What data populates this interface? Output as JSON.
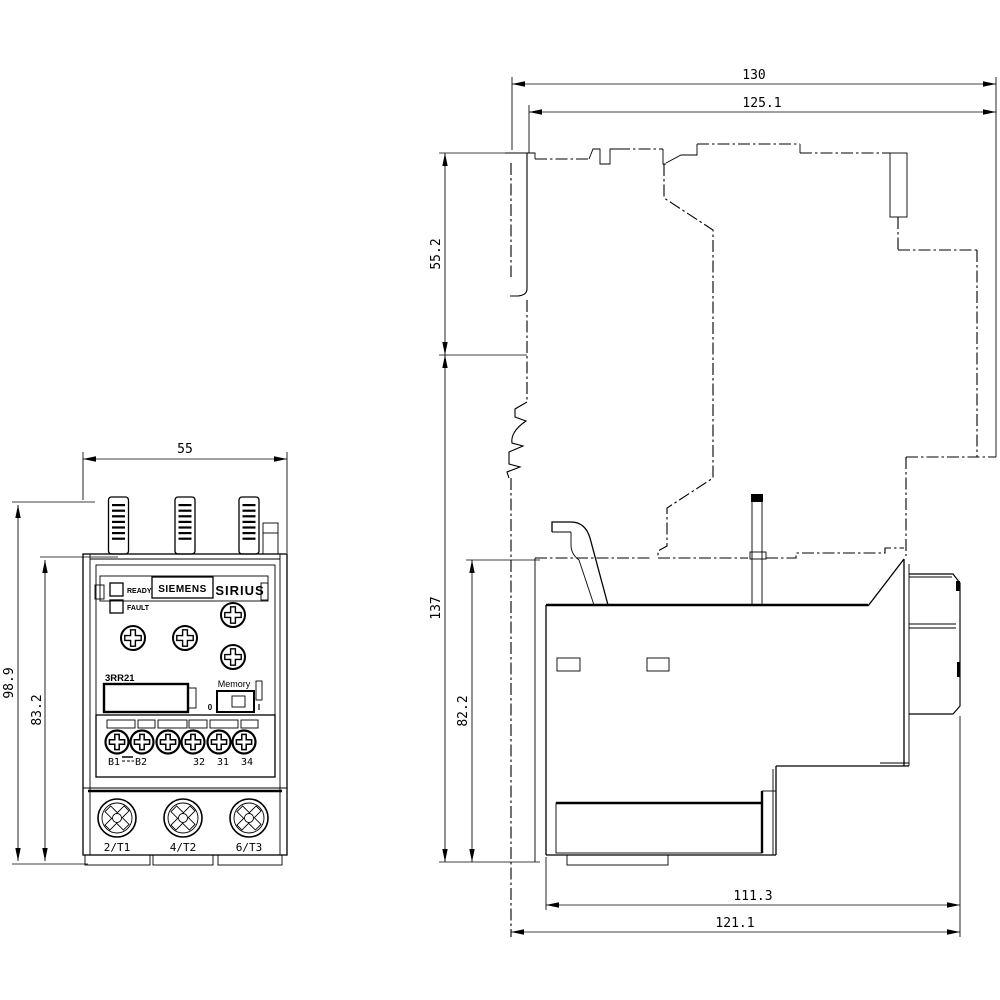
{
  "front_view": {
    "dim_width": "55",
    "dim_height_total": "98.9",
    "dim_height_body": "83.2",
    "brand": "SIEMENS",
    "series": "SIRIUS",
    "model": "3RR21",
    "led_ready": "READY",
    "led_fault": "FAULT",
    "memory_label": "Memory",
    "memory_off": "0",
    "memory_on": "I",
    "aux_terminals": [
      "B1",
      "B2",
      "32",
      "31",
      "34"
    ],
    "main_terminals": [
      "2/T1",
      "4/T2",
      "6/T3"
    ]
  },
  "side_view": {
    "dim_width_total": "130",
    "dim_width_inner": "125.1",
    "dim_height_upper": "55.2",
    "dim_height_lower": "137",
    "dim_height_body": "82.2",
    "dim_depth_inner": "111.3",
    "dim_depth_total": "121.1"
  },
  "colors": {
    "line": "#000000",
    "background": "#ffffff"
  }
}
